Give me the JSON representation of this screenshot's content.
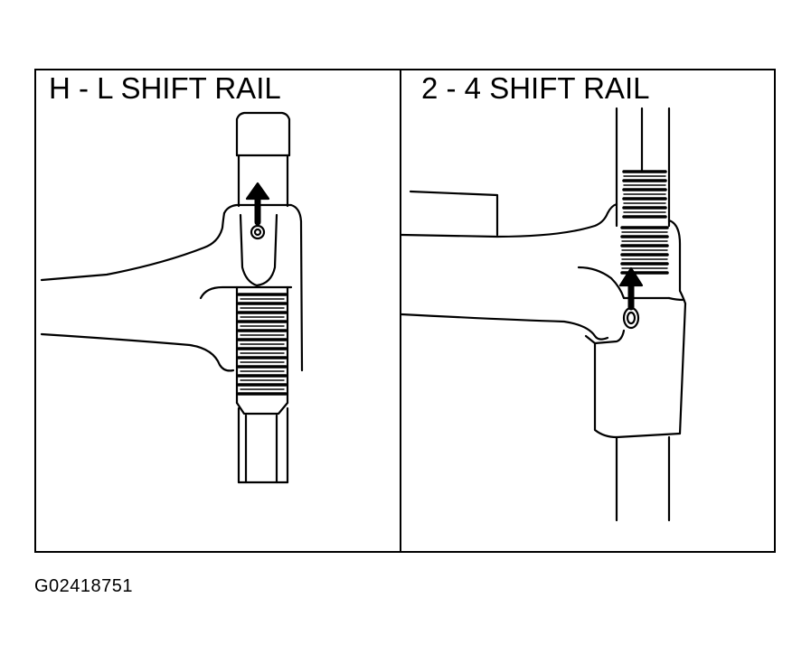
{
  "panels": [
    {
      "title": "H - L SHIFT RAIL"
    },
    {
      "title": "2 - 4 SHIFT RAIL"
    }
  ],
  "figure_id": "G02418751"
}
